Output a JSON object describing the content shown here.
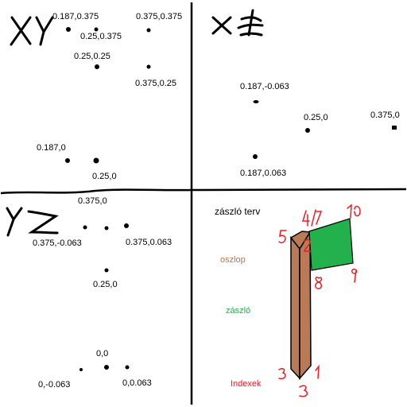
{
  "quadrants": {
    "xy": {
      "title": "XY",
      "labels": [
        "0.187,0.375",
        "0.25,0.375",
        "0.375,0.375",
        "0.25,0.25",
        "0.375,0.25",
        "0.187,0",
        "0.25,0"
      ]
    },
    "xz": {
      "title": "XZ",
      "labels": [
        "0.187,-0.063",
        "0.25,0",
        "0.375,0",
        "0.187,0.063"
      ]
    },
    "yz": {
      "title": "YZ",
      "labels": [
        "0.375,0",
        "0.375,-0.063",
        "0.375,0.063",
        "0.25,0",
        "0,0",
        "0,-0.063",
        "0,0.063"
      ]
    },
    "design": {
      "title": "zászló terv",
      "legend": [
        {
          "text": "oszlop",
          "color": "#b07850"
        },
        {
          "text": "zászló",
          "color": "#22b14c"
        },
        {
          "text": "Indexek",
          "color": "#ed1c24"
        }
      ],
      "indices": [
        "1",
        "2",
        "3",
        "4",
        "5",
        "7",
        "8",
        "9",
        "10"
      ],
      "colors": {
        "pole": "#b97a57",
        "flag": "#22b14c",
        "index": "#ed1c24",
        "ink": "#000000"
      }
    }
  }
}
